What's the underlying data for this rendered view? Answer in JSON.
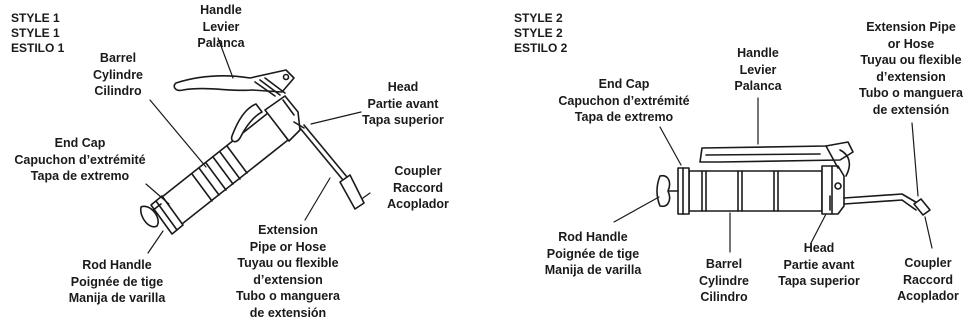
{
  "style1": {
    "title": [
      "STYLE 1",
      "STYLE 1",
      "ESTILO 1"
    ],
    "labels": {
      "handle": [
        "Handle",
        "Levier",
        "Palanca"
      ],
      "barrel": [
        "Barrel",
        "Cylindre",
        "Cilindro"
      ],
      "head": [
        "Head",
        "Partie avant",
        "Tapa superior"
      ],
      "end_cap": [
        "End Cap",
        "Capuchon d’extrémité",
        "Tapa de extremo"
      ],
      "coupler": [
        "Coupler",
        "Raccord",
        "Acoplador"
      ],
      "extension": [
        "Extension",
        "Pipe or Hose",
        "Tuyau ou flexible",
        "d’extension",
        "Tubo o manguera",
        "de extensión"
      ],
      "rod_handle": [
        "Rod Handle",
        "Poignée de tige",
        "Manija de varilla"
      ]
    }
  },
  "style2": {
    "title": [
      "STYLE 2",
      "STYLE 2",
      "ESTILO 2"
    ],
    "labels": {
      "extension": [
        "Extension Pipe",
        "or Hose",
        "Tuyau ou flexible",
        "d’extension",
        "Tubo o manguera",
        "de extensión"
      ],
      "handle": [
        "Handle",
        "Levier",
        "Palanca"
      ],
      "end_cap": [
        "End Cap",
        "Capuchon d’extrémité",
        "Tapa de extremo"
      ],
      "rod_handle": [
        "Rod Handle",
        "Poignée de tige",
        "Manija de varilla"
      ],
      "barrel": [
        "Barrel",
        "Cylindre",
        "Cilindro"
      ],
      "head": [
        "Head",
        "Partie avant",
        "Tapa superior"
      ],
      "coupler": [
        "Coupler",
        "Raccord",
        "Acoplador"
      ]
    }
  }
}
